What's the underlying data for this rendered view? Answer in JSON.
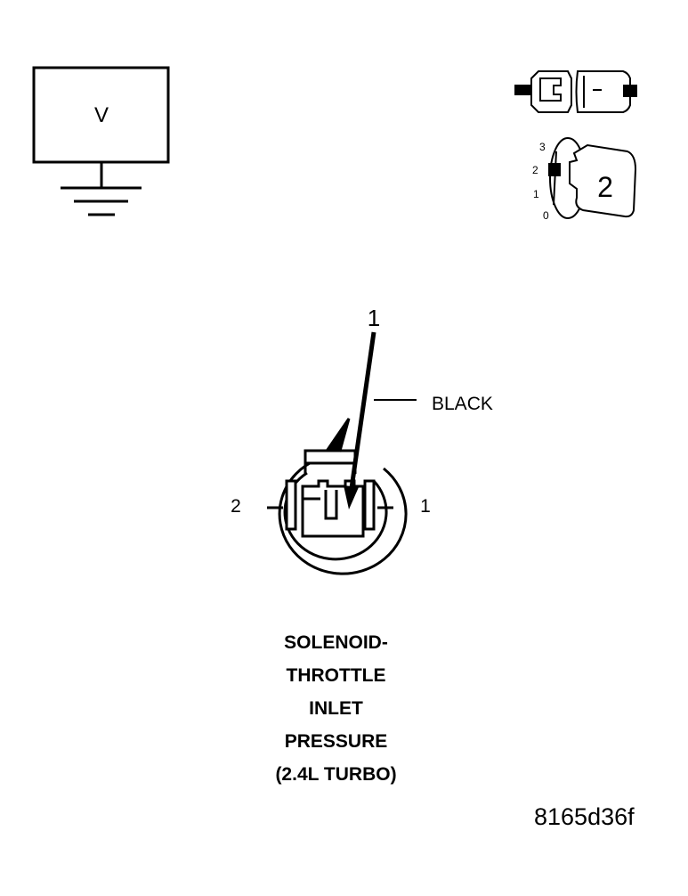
{
  "meter": {
    "symbol": "V"
  },
  "connector_key": {
    "scale_labels": [
      "3",
      "2",
      "1",
      "0"
    ],
    "key_number": "2"
  },
  "connector": {
    "callout_number": "1",
    "color_label": "BLACK",
    "pin_left": "2",
    "pin_right": "1"
  },
  "caption": {
    "lines": [
      "SOLENOID-",
      "THROTTLE",
      "INLET",
      "PRESSURE",
      "(2.4L TURBO)"
    ]
  },
  "figure_id": "8165d36f"
}
